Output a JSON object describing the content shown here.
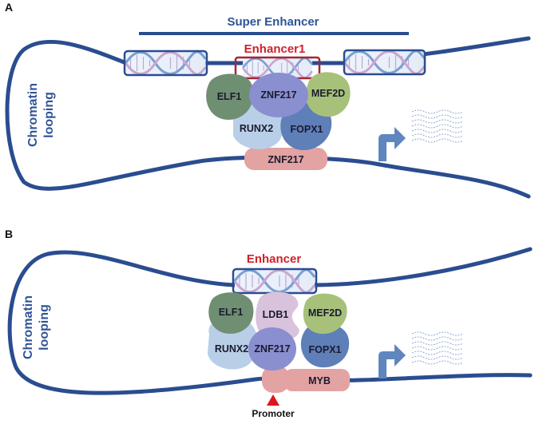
{
  "panel_a": {
    "label": "A",
    "super_enhancer": "Super Enhancer",
    "enhancer": "Enhancer1",
    "looping_line1": "Chromatin",
    "looping_line2": "looping",
    "tf": {
      "elf1": "ELF1",
      "znf217_top": "ZNF217",
      "mef2d": "MEF2D",
      "runx2": "RUNX2",
      "fopx1": "FOPX1",
      "znf217_bottom": "ZNF217"
    }
  },
  "panel_b": {
    "label": "B",
    "enhancer": "Enhancer",
    "looping_line1": "Chromatin",
    "looping_line2": "looping",
    "promoter": "Promoter",
    "tf": {
      "elf1": "ELF1",
      "ldb1": "LDB1",
      "mef2d": "MEF2D",
      "runx2": "RUNX2",
      "znf217": "ZNF217",
      "fopx1": "FOPX1",
      "myb": "MYB"
    }
  },
  "colors": {
    "dna_line": "#2a4d8f",
    "enhancer_red": "#d0202a",
    "elf1": "#6f8f73",
    "znf217": "#8a8fd0",
    "mef2d": "#a7c17a",
    "runx2": "#b9cfe8",
    "fopx1": "#5e7fb8",
    "ldb1": "#d9c2dc",
    "znf217_bottom": "#e3a3a3",
    "myb": "#e3a3a3",
    "arrow": "#5f86be"
  }
}
